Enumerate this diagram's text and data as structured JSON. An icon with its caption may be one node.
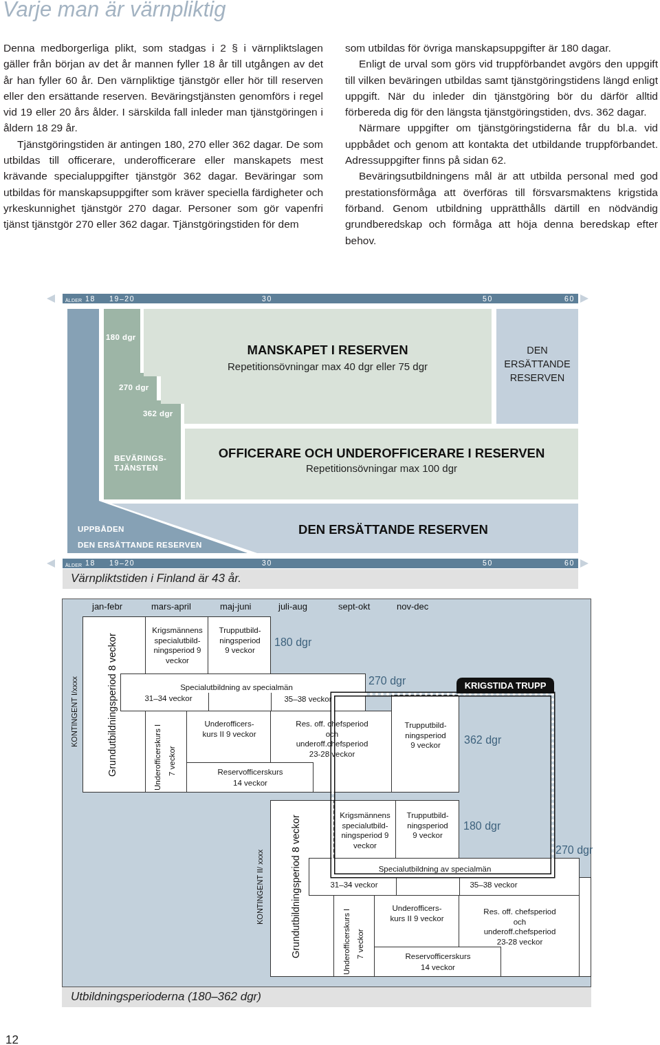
{
  "diagram": {
    "title": "Varje man är värnpliktig",
    "nodes": [
      {
        "text": [
          "180 dgr",
          "270 dgr",
          "362 dgr",
          "BEVÄRINGS- TJÄNSTEN"
        ]
      },
      {
        "text": [
          "MANSKAPET I RESERVEN",
          "Repetitionsövningar max 40 dgr eller 75 dgr"
        ]
      },
      {
        "text": [
          "DEN ERSÄTTANDE RESERVEN"
        ]
      },
      {
        "text": [
          "OFFICERARE OCH UNDEROFFICERARE I RESERVEN",
          "Repetitionsövningar max 100 dgr"
        ]
      },
      {
        "text": [
          "UPPBÅDEN",
          "DEN ERSÄTTANDE RESERVEN"
        ]
      },
      {
        "text": [
          "DEN ERSÄTTANDE RESERVEN"
        ]
      },
      {
        "text": [
          "Grundutbildningsperiod 8 veckor"
        ],
        "beside": [
          "KONTINGENT I/xxxx"
        ]
      },
      {
        "text": [
          "Krigsmännens specialutbild- ningsperiod 9 veckor"
        ]
      },
      {
        "text": [
          "Trupputbild- ningsperiod 9 veckor"
        ]
      },
      {
        "text": [
          "Specialutbildning av specialmän",
          "31–34 veckor",
          "35–38 veckor"
        ]
      },
      {
        "text": [
          "KRIGSTIDA TRUPP"
        ]
      },
      {
        "text": [
          "Underofficerskurs I",
          "7 veckor"
        ]
      },
      {
        "text": [
          "Underofficers- kurs II 9 veckor"
        ]
      },
      {
        "text": [
          "Res. off. chefsperiod och underoff.chefsperiod 23-28 veckor"
        ]
      },
      {
        "text": [
          "Trupputbild- ningsperiod 9 veckor"
        ],
        "in": 10,
        "beside": [
          "362 dgr"
        ]
      },
      {
        "text": [
          "Reservofficerskurs 14 veckor"
        ]
      },
      {
        "text": [
          "Grundutbildningsperiod 8 veckor"
        ],
        "beside": [
          "KONTINGENT II/ xxxx"
        ]
      },
      {
        "text": [
          "Krigsmännens specialutbild- ningsperiod 9 veckor"
        ],
        "in": 10
      },
      {
        "text": [
          "Trupputbild- ningsperiod 9 veckor"
        ],
        "in": 10
      },
      {
        "text": [
          "Specialutbildning av specialmän",
          "31–34 veckor",
          "35–38 veckor"
        ]
      },
      {
        "text": [
          "Underofficerskurs I",
          "7 veckor"
        ]
      },
      {
        "text": [
          "Underofficers- kurs II 9 veckor"
        ]
      },
      {
        "text": [
          "Res. off. chefsperiod och underoff.chefsperiod 23-28 veckor"
        ]
      },
      {
        "text": [
          "Reservofficerskurs 14 veckor"
        ]
      },
      {
        "text": [],
        "shape": "box"
      }
    ],
    "labels": [
      "Denna medborgerliga plikt, som stadgas i 2 § i värnpliktslagen gäller från början av det år mannen fyller 18 år till utgången av det år han fyller 60 år. Den värnpliktige tjänstgör eller hör till reserven eller den ersättande reserven. Beväringstjänsten genomförs i regel vid 19 eller 20 års ålder. I särskilda fall inleder man tjänstgöringen i åldern 18 29 år.",
      "Tjänstgöringstiden är antingen 180, 270 eller 362 dagar. De som utbildas till officerare, underofficerare eller manskapets mest krävande specialuppgifter tjänstgör 362 dagar. Beväringar som utbildas för manskapsuppgifter som kräver speciella färdigheter och yrkeskunnighet tjänstgör 270 dagar. Personer som gör vapenfri tjänst tjänstgör 270 eller 362 dagar. Tjänstgöringstiden för dem",
      "som utbildas för övriga manskapsuppgifter är 180 dagar.",
      "Enligt de urval som görs vid truppförbandet avgörs den uppgift till vilken beväringen utbildas samt tjänstgöringstidens längd enligt uppgift. När du inleder din tjänstgöring bör du därför alltid förbereda dig för den längsta tjänstgöringstiden, dvs. 362 dagar.",
      "Närmare uppgifter om tjänstgöringstiderna får du bl.a. vid uppbådet och genom att kontakta det utbildande truppförbandet. Adressuppgifter finns på sidan 62.",
      "Beväringsutbildningens mål är att utbilda personal med god prestationsförmåga att överföras till försvarsmaktens krigstida förband. Genom utbildning upprätthålls därtill en nödvändig grundberedskap och förmåga att höja denna beredskap efter behov.",
      "ÄLDER",
      "18",
      "19–20",
      "30",
      "50",
      "60",
      "ÄLDER",
      "18",
      "19–20",
      "30",
      "50",
      "60",
      "Värnpliktstiden i Finland är 43 år.",
      "jan-febr",
      "mars-april",
      "maj-juni",
      "juli-aug",
      "sept-okt",
      "nov-dec",
      "180 dgr",
      "270 dgr",
      "180 dgr",
      "270 dgr",
      "Utbildningsperioderna (180–362 dgr)",
      "12"
    ]
  }
}
